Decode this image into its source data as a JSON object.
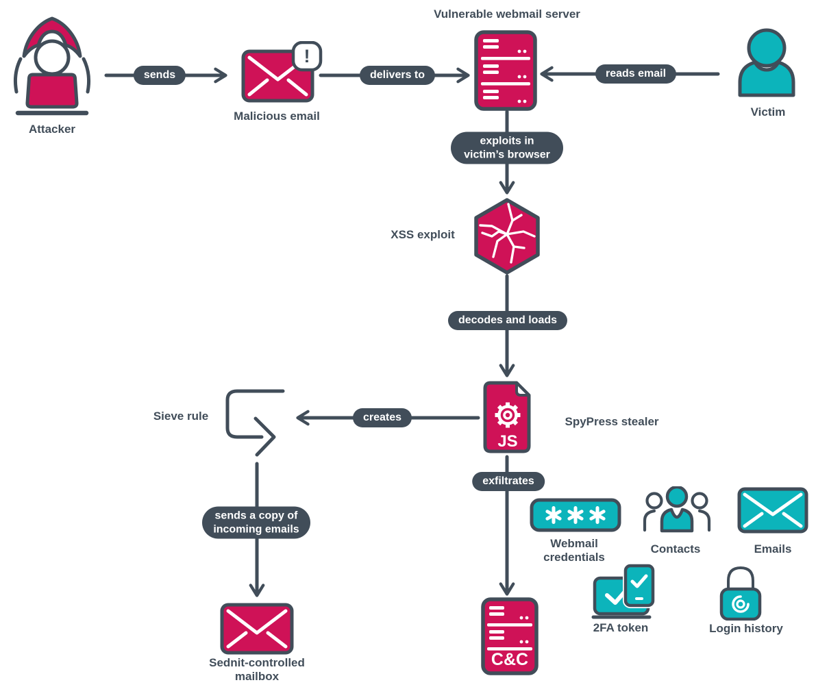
{
  "colors": {
    "pink": "#cf1257",
    "teal": "#0cb4bb",
    "slate": "#414d59",
    "background": "#ffffff"
  },
  "header": {
    "title": "Vulnerable webmail server"
  },
  "nodes": {
    "attacker": "Attacker",
    "malicious_email": "Malicious email",
    "malicious_email_badge": "!",
    "victim": "Victim",
    "xss_exploit": "XSS exploit",
    "spypress_stealer": "SpyPress stealer",
    "spypress_file_type": "JS",
    "sieve_rule": "Sieve rule",
    "sednit_mailbox": "Sednit-controlled mailbox",
    "cc_server": "C&C",
    "webmail_credentials": "Webmail credentials",
    "contacts": "Contacts",
    "emails": "Emails",
    "twofa_token": "2FA token",
    "login_history": "Login history"
  },
  "edges": {
    "sends": "sends",
    "delivers_to": "delivers to",
    "reads_email": "reads email",
    "exploits_in_browser": "exploits in victim’s browser",
    "decodes_and_loads": "decodes and loads",
    "creates": "creates",
    "exfiltrates": "exfiltrates",
    "sends_copy": "sends a copy of incoming emails"
  }
}
